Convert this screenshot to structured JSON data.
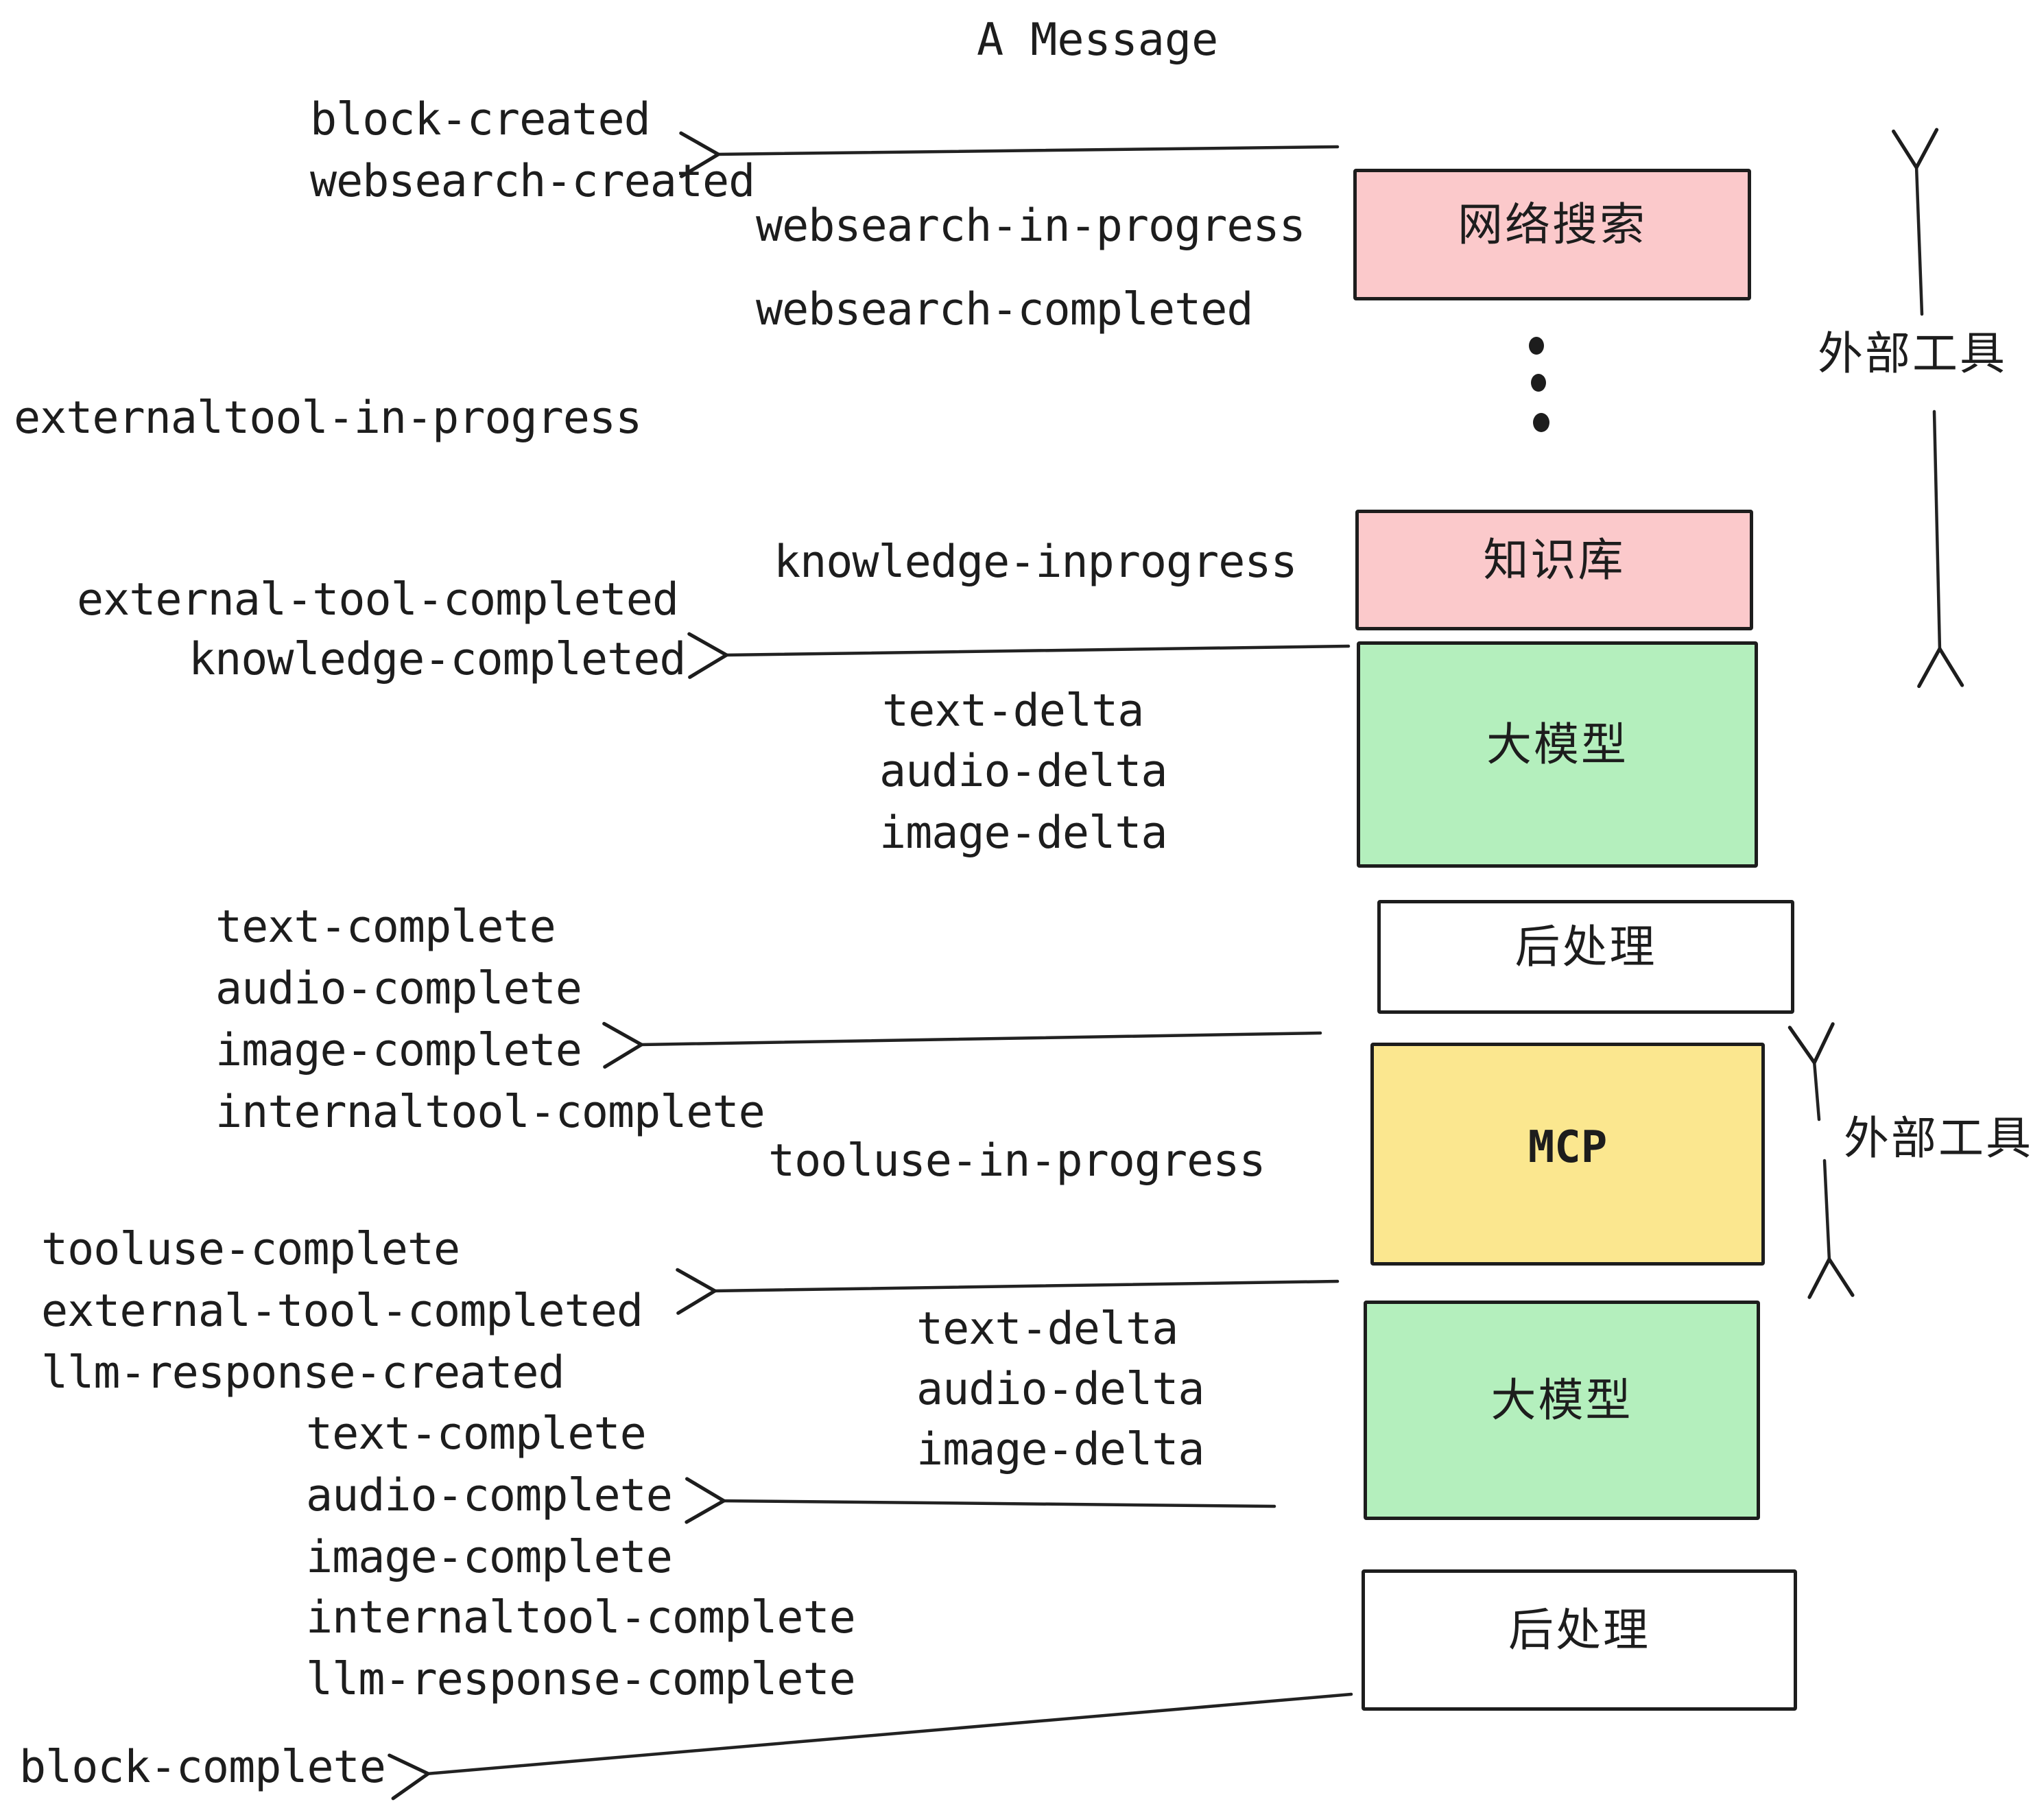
{
  "title": "A Message",
  "colors": {
    "ink": "#1d1d1d",
    "pink": "#fbc9cb",
    "green": "#b4efbd",
    "yellow": "#fbe78f",
    "white": "#ffffff"
  },
  "events": {
    "block_created": "block-created",
    "websearch_created": "websearch-created",
    "websearch_in_progress": "websearch-in-progress",
    "websearch_completed": "websearch-completed",
    "externaltool_in_progress": "externaltool-in-progress",
    "knowledge_inprogress": "knowledge-inprogress",
    "external_tool_completed_1": "external-tool-completed",
    "knowledge_completed": "knowledge-completed",
    "text_delta_1": "text-delta",
    "audio_delta_1": "audio-delta",
    "image_delta_1": "image-delta",
    "text_complete_1": "text-complete",
    "audio_complete_1": "audio-complete",
    "image_complete_1": "image-complete",
    "internaltool_complete_1": "internaltool-complete",
    "tooluse_in_progress": "tooluse-in-progress",
    "tooluse_complete": "tooluse-complete",
    "external_tool_completed_2": "external-tool-completed",
    "llm_response_created": "llm-response-created",
    "text_complete_2": "text-complete",
    "audio_complete_2": "audio-complete",
    "image_complete_2": "image-complete",
    "internaltool_complete_2": "internaltool-complete",
    "llm_response_complete": "llm-response-complete",
    "block_complete": "block-complete",
    "text_delta_2": "text-delta",
    "audio_delta_2": "audio-delta",
    "image_delta_2": "image-delta"
  },
  "boxes": {
    "websearch": "网络搜索",
    "knowledge": "知识库",
    "llm_1": "大模型",
    "post_1": "后处理",
    "mcp": "MCP",
    "llm_2": "大模型",
    "post_2": "后处理"
  },
  "side_labels": {
    "external_tools_top": "外部工具",
    "external_tools_mid": "外部工具"
  }
}
